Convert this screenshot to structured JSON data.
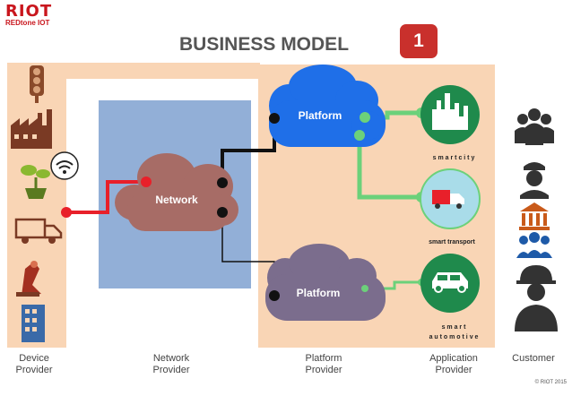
{
  "logo": {
    "main": "RIOT",
    "sub": "REDtone IOT"
  },
  "title": "BUSINESS MODEL",
  "badge": "1",
  "clouds": {
    "network": "Network",
    "platform_top": "Platform",
    "platform_bottom": "Platform"
  },
  "apps": {
    "city": "s m a r t   c i t y",
    "transport": "smart transport",
    "auto_line1": "s   m   a   r   t",
    "auto_line2": "a u t o m o t i v e"
  },
  "columns": {
    "device_1": "Device",
    "device_2": "Provider",
    "network_1": "Network",
    "network_2": "Provider",
    "platform_1": "Platform",
    "platform_2": "Provider",
    "app_1": "Application",
    "app_2": "Provider",
    "customer": "Customer"
  },
  "copyright": "© RIOT 2015",
  "colors": {
    "peach": "#f9d5b5",
    "blue_panel": "#92afd7",
    "network_cloud": "#a76c66",
    "platform_top_cloud": "#1f6fe8",
    "platform_bottom_cloud": "#7b6d8d",
    "app_green": "#1f8a4c",
    "link_green": "#6cd17a",
    "link_red": "#e8202a",
    "brand_red": "#c9161d"
  },
  "icons": {
    "devices": [
      "traffic-light-icon",
      "factory-icon",
      "plant-icon",
      "wifi-icon",
      "truck-icon",
      "robot-arm-icon",
      "building-icon"
    ],
    "customers": [
      "group-icon",
      "police-icon",
      "bank-icon",
      "people-icon",
      "worker-icon"
    ]
  }
}
